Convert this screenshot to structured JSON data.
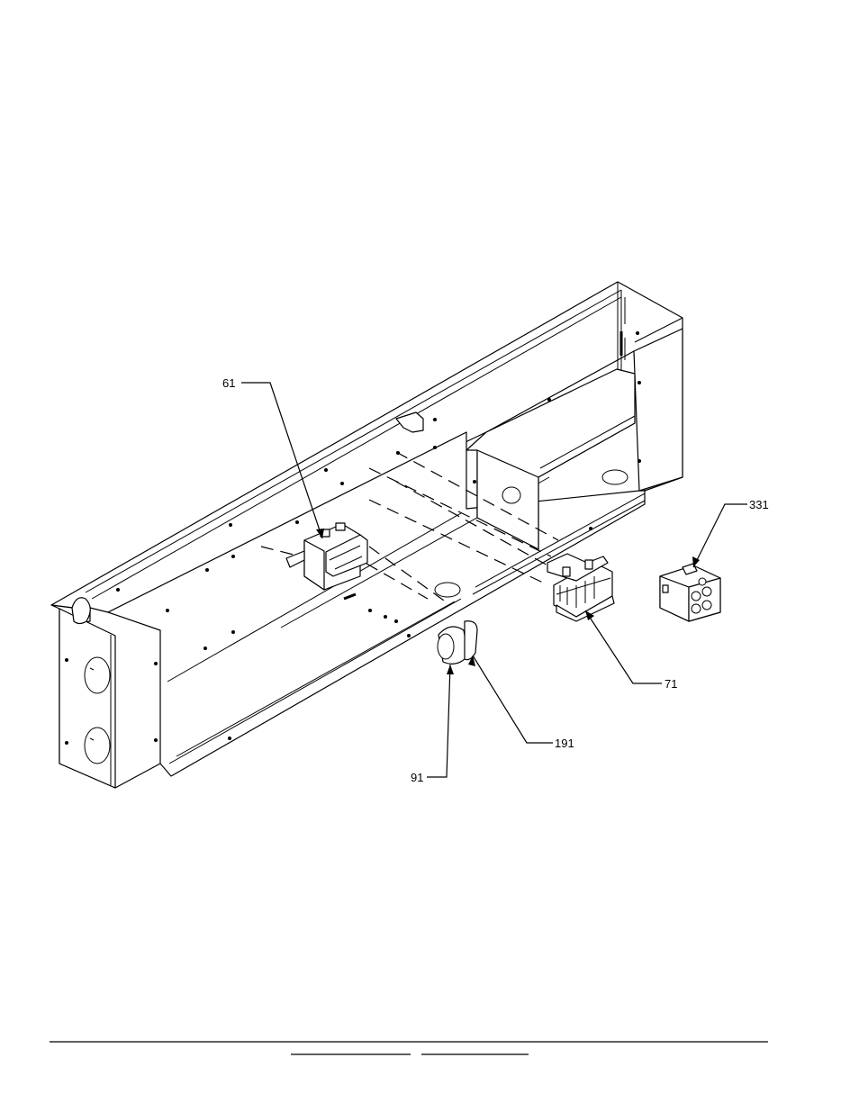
{
  "diagram": {
    "callouts": [
      {
        "id": "c61",
        "label": "61"
      },
      {
        "id": "c71",
        "label": "71"
      },
      {
        "id": "c91",
        "label": "91"
      },
      {
        "id": "c191",
        "label": "191"
      },
      {
        "id": "c331",
        "label": "331"
      }
    ]
  },
  "footer": {
    "rule_count": 3
  }
}
